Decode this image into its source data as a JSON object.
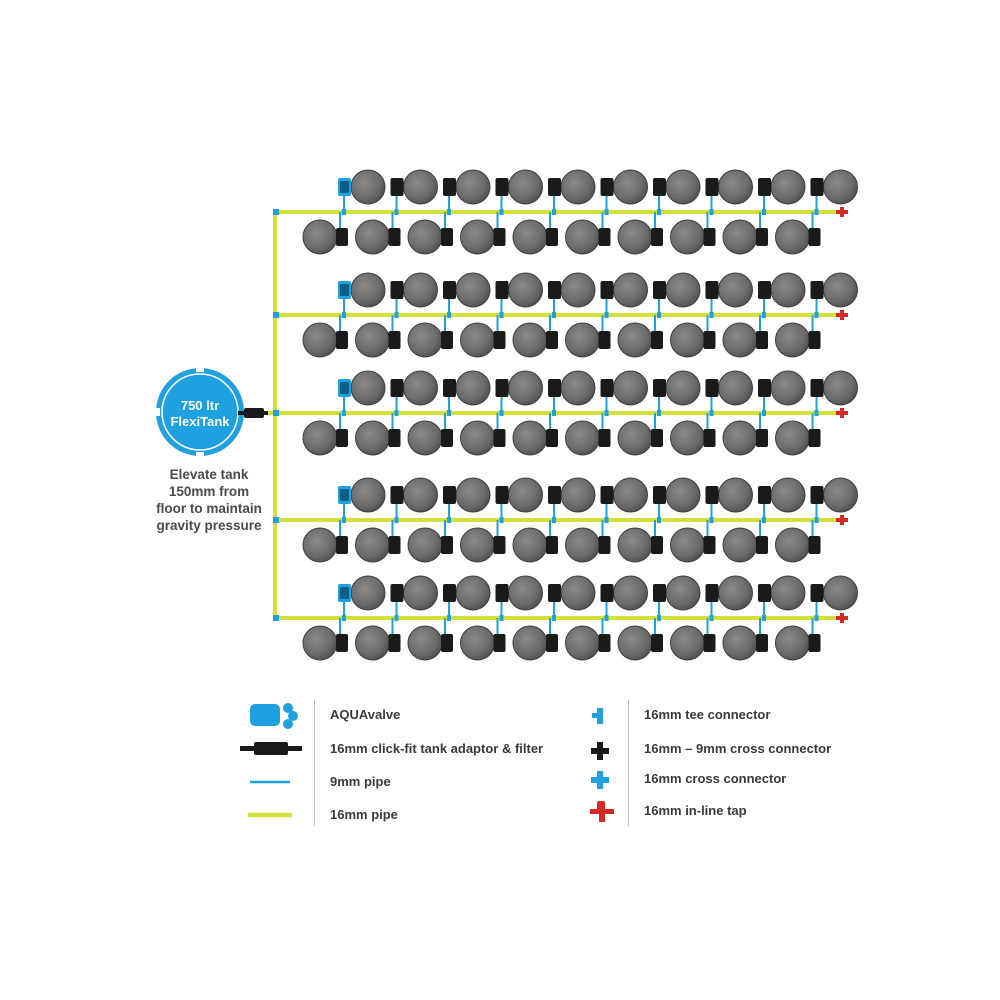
{
  "tank": {
    "label_line1": "750 ltr",
    "label_line2": "FlexiTank",
    "note_line1": "Elevate tank",
    "note_line2": "150mm from",
    "note_line3": "floor to maintain",
    "note_line4": "gravity pressure"
  },
  "system": {
    "rows": 5,
    "pots_per_row": 20
  },
  "colors": {
    "pipe_16mm": "#d3e03a",
    "pipe_9mm": "#1fa0df",
    "tank": "#1fa0df",
    "pot": "#6f6f6f",
    "valve": "#1a1a1a",
    "tap": "#d42a24"
  },
  "legend": {
    "left": [
      {
        "icon": "aquavalve-icon",
        "label": "AQUAvalve"
      },
      {
        "icon": "tank-adaptor-filter-icon",
        "label": "16mm click-fit tank adaptor & filter"
      },
      {
        "icon": "pipe-9mm-icon",
        "label": "9mm pipe"
      },
      {
        "icon": "pipe-16mm-icon",
        "label": "16mm pipe"
      }
    ],
    "right": [
      {
        "icon": "tee-connector-icon",
        "label": "16mm tee connector"
      },
      {
        "icon": "cross-connector-16-9-icon",
        "label": "16mm – 9mm cross connector"
      },
      {
        "icon": "cross-connector-16-icon",
        "label": "16mm cross connector"
      },
      {
        "icon": "inline-tap-icon",
        "label": "16mm in-line tap"
      }
    ]
  }
}
